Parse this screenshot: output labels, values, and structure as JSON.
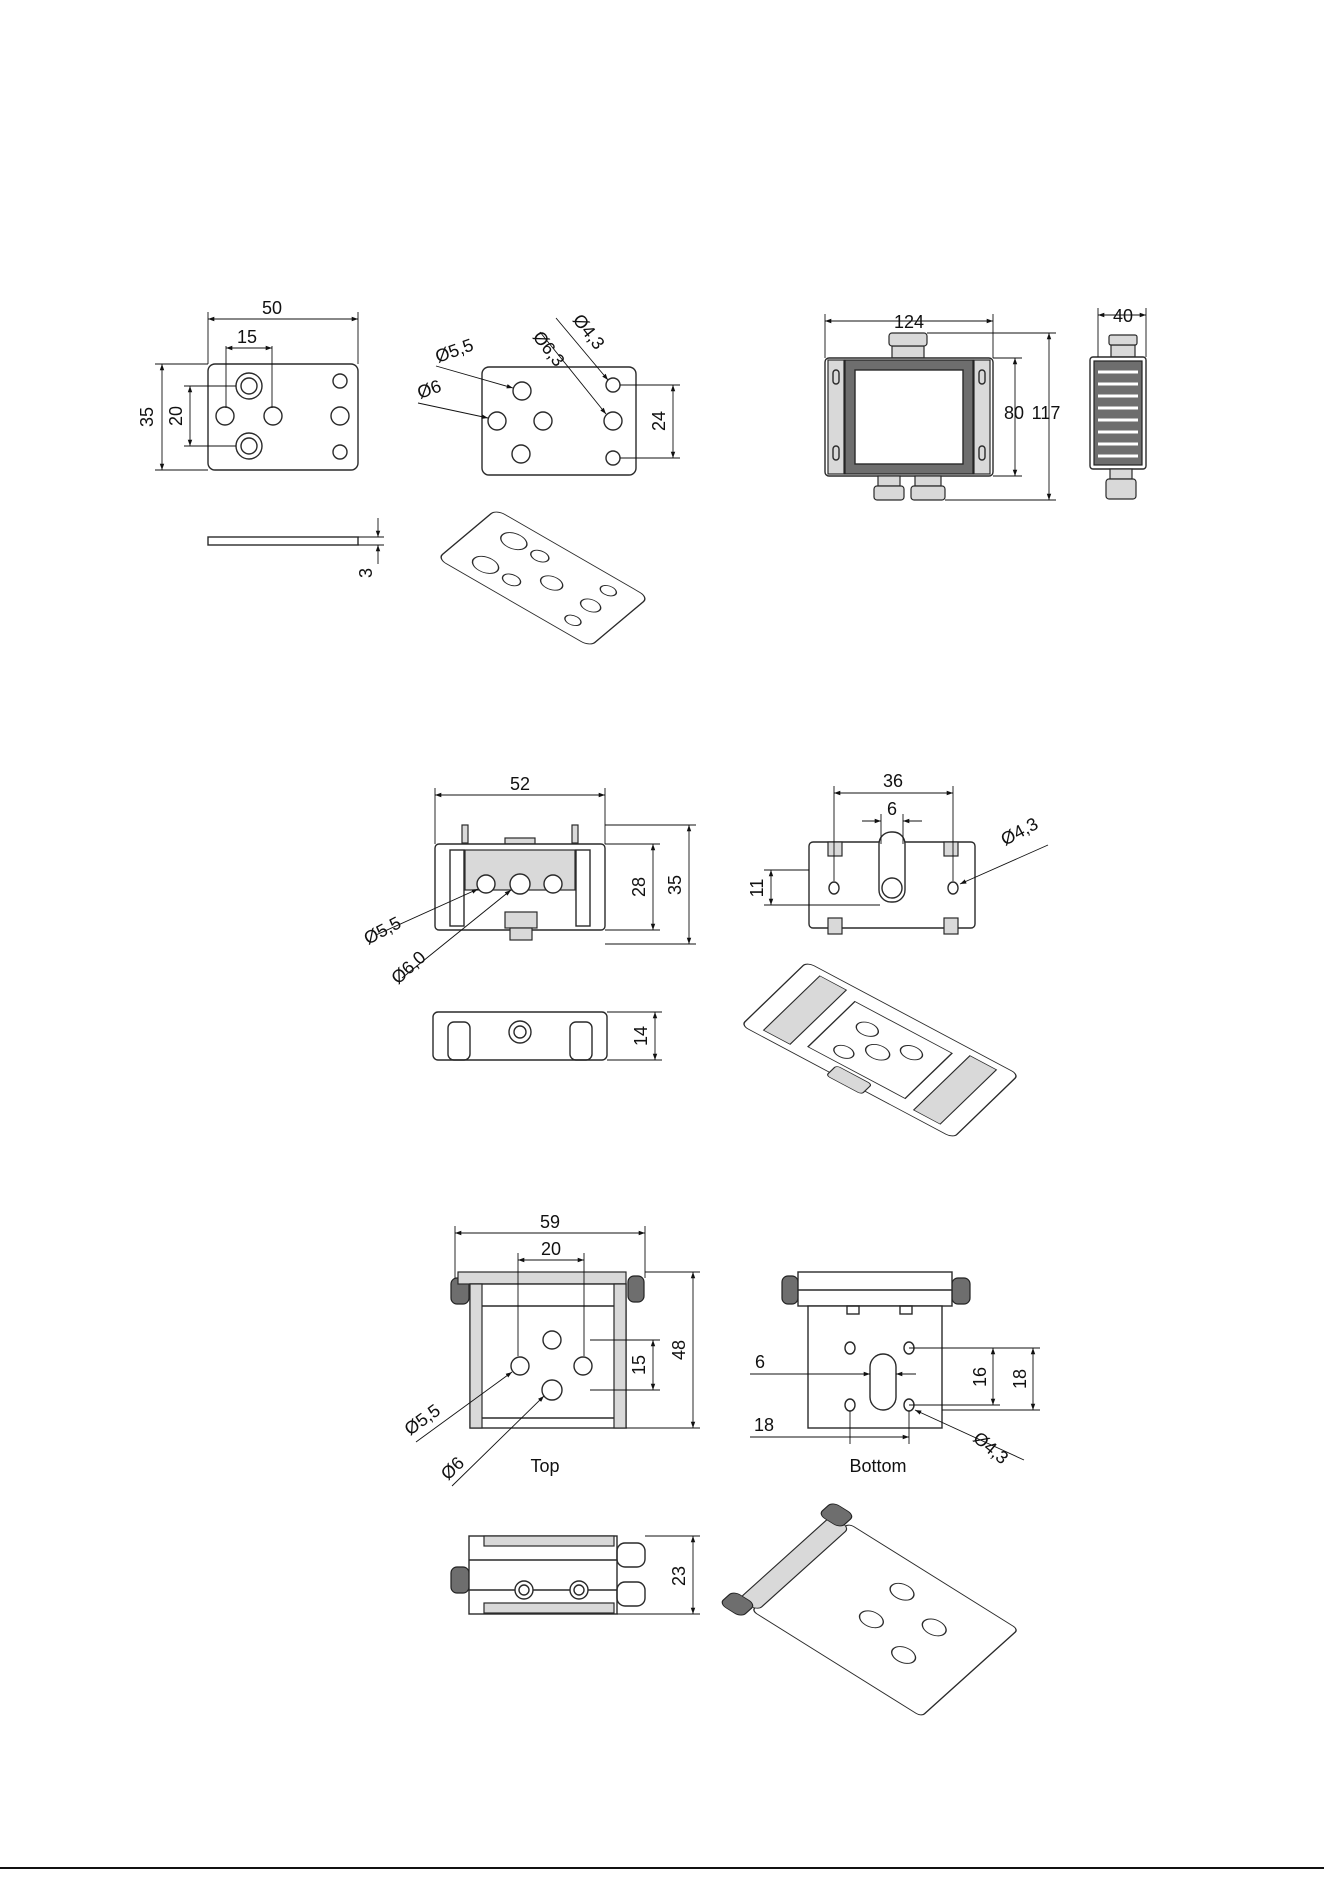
{
  "colors": {
    "line": "#2a2a2a",
    "dimension": "#111111",
    "fill_light": "#d9d9d9",
    "fill_dark": "#6e6e6e",
    "background": "#ffffff"
  },
  "plate": {
    "width": "50",
    "hole_offset": "15",
    "height": "35",
    "hole_spacing": "20",
    "thickness": "3",
    "dia_a": "Ø5,5",
    "dia_b": "Ø6",
    "dia_c": "Ø6,3",
    "dia_d": "Ø4,3",
    "slot_spacing": "24"
  },
  "enclosure": {
    "width": "124",
    "body_height": "80",
    "total_height": "117",
    "depth": "40"
  },
  "bracket_a": {
    "width": "52",
    "inner_height": "28",
    "height": "35",
    "dia_a": "Ø5,5",
    "dia_b": "Ø6,0",
    "profile_height": "14",
    "hole_spacing": "36",
    "slot_width": "6",
    "slot_offset": "11",
    "dia_c": "Ø4,3"
  },
  "bracket_b": {
    "width": "59",
    "hole_spacing": "20",
    "hole_offset": "15",
    "height": "48",
    "dia_a": "Ø5,5",
    "dia_b": "Ø6",
    "top_label": "Top",
    "bottom_label": "Bottom",
    "slot_width": "6",
    "slot_length": "16",
    "slot_span": "18",
    "edge_offset": "18",
    "dia_c": "Ø4,3",
    "side_height": "23"
  }
}
